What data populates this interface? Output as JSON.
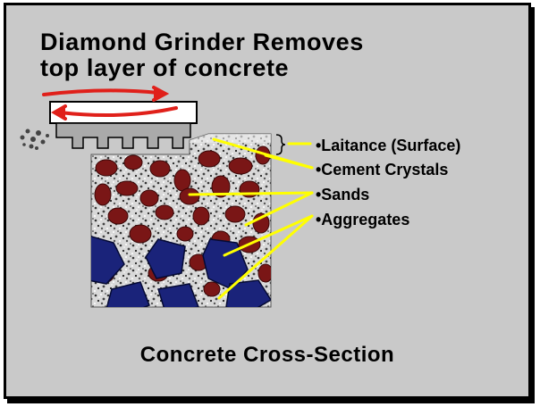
{
  "title": {
    "line1": "Diamond Grinder Removes",
    "line2": "top layer of concrete"
  },
  "labels": {
    "laitance": "•Laitance (Surface)",
    "cement": "•Cement Crystals",
    "sands": "•Sands",
    "aggregates": "•Aggregates"
  },
  "caption": "Concrete Cross-Section",
  "colors": {
    "background": "#c9c9c9",
    "sand": "#7a1616",
    "aggregate": "#1a237a",
    "leader": "#ffff00",
    "arrow": "#e0201a",
    "grinder": "#aaaaaa"
  }
}
